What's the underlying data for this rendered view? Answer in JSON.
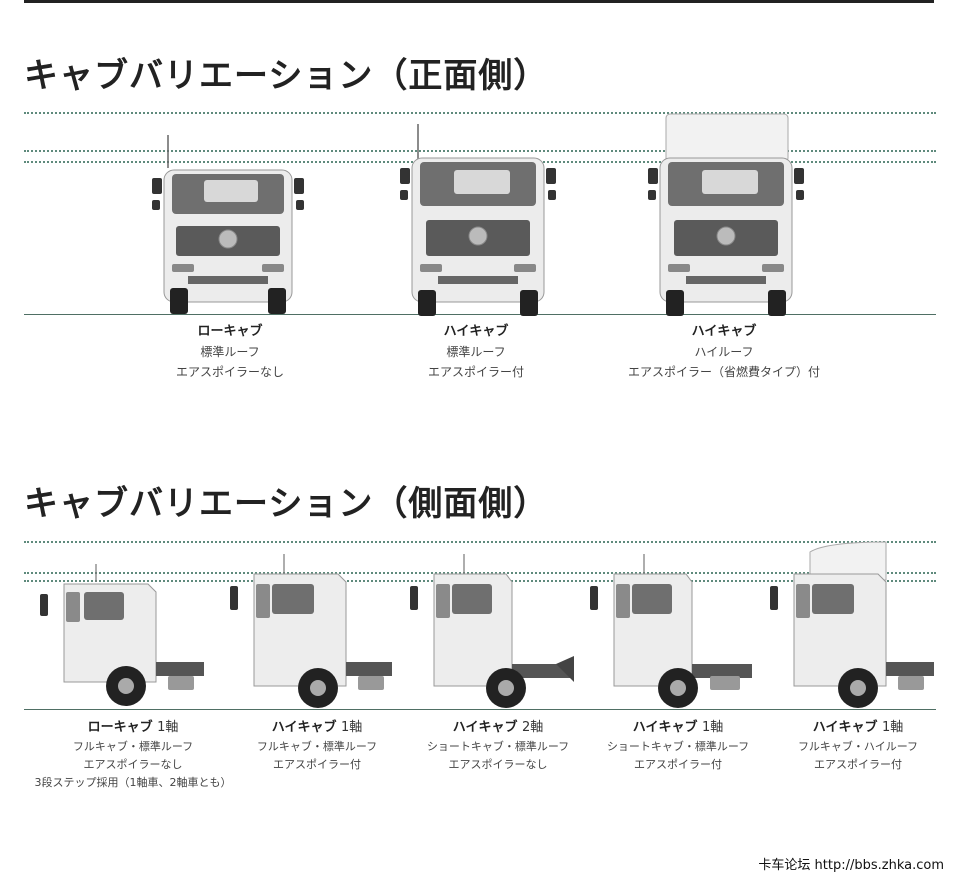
{
  "sections": {
    "front": {
      "title": "キャブバリエーション（正面側）",
      "trucks": [
        {
          "name": "ローキャブ",
          "lines": [
            "標準ルーフ",
            "エアスポイラーなし"
          ]
        },
        {
          "name": "ハイキャブ",
          "lines": [
            "標準ルーフ",
            "エアスポイラー付"
          ]
        },
        {
          "name": "ハイキャブ",
          "lines": [
            "ハイルーフ",
            "エアスポイラー（省燃費タイプ）付"
          ]
        }
      ]
    },
    "side": {
      "title": "キャブバリエーション（側面側）",
      "trucks": [
        {
          "name": "ローキャブ",
          "axle": "1軸",
          "lines": [
            "フルキャブ・標準ルーフ",
            "エアスポイラーなし",
            "3段ステップ採用（1軸車、2軸車とも）"
          ]
        },
        {
          "name": "ハイキャブ",
          "axle": "1軸",
          "lines": [
            "フルキャブ・標準ルーフ",
            "エアスポイラー付"
          ]
        },
        {
          "name": "ハイキャブ",
          "axle": "2軸",
          "lines": [
            "ショートキャブ・標準ルーフ",
            "エアスポイラーなし"
          ]
        },
        {
          "name": "ハイキャブ",
          "axle": "1軸",
          "lines": [
            "ショートキャブ・標準ルーフ",
            "エアスポイラー付"
          ]
        },
        {
          "name": "ハイキャブ",
          "axle": "1軸",
          "lines": [
            "フルキャブ・ハイルーフ",
            "エアスポイラー付"
          ]
        }
      ]
    }
  },
  "footer": {
    "text": "卡车论坛  http://bbs.zhka.com"
  },
  "colors": {
    "dotline": "#5f8a7c",
    "ground": "#4f6f64",
    "truck_body": "#eeeeee",
    "window": "#7a7a7a"
  }
}
